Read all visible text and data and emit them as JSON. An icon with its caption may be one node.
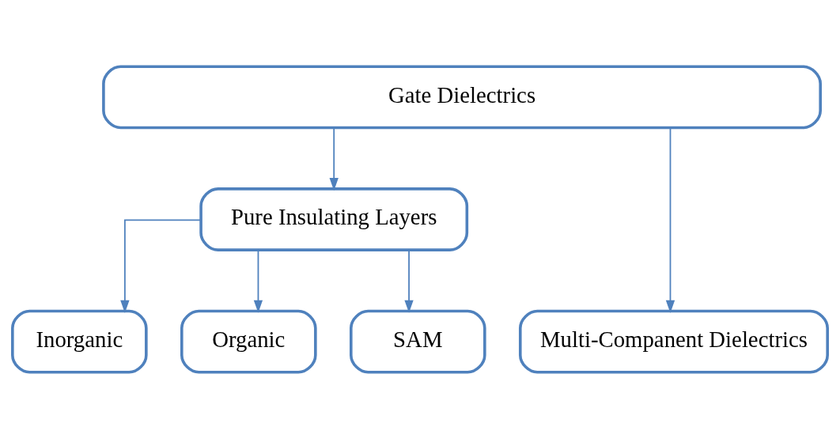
{
  "diagram": {
    "nodes": [
      {
        "text": [
          "Gate Dielectrics"
        ]
      },
      {
        "text": [
          "Pure Insulating Layers"
        ]
      },
      {
        "text": [
          "Inorganic"
        ]
      },
      {
        "text": [
          "Organic"
        ]
      },
      {
        "text": [
          "SAM"
        ]
      },
      {
        "text": [
          "Multi-Companent Dielectrics"
        ]
      }
    ],
    "edges": [
      {
        "from": 0,
        "to": 1,
        "arrow": "to"
      },
      {
        "from": 0,
        "to": 5,
        "arrow": "to"
      },
      {
        "from": 1,
        "to": 2,
        "arrow": "to"
      },
      {
        "from": 1,
        "to": 3,
        "arrow": "to"
      },
      {
        "from": 1,
        "to": 4,
        "arrow": "to"
      }
    ]
  }
}
